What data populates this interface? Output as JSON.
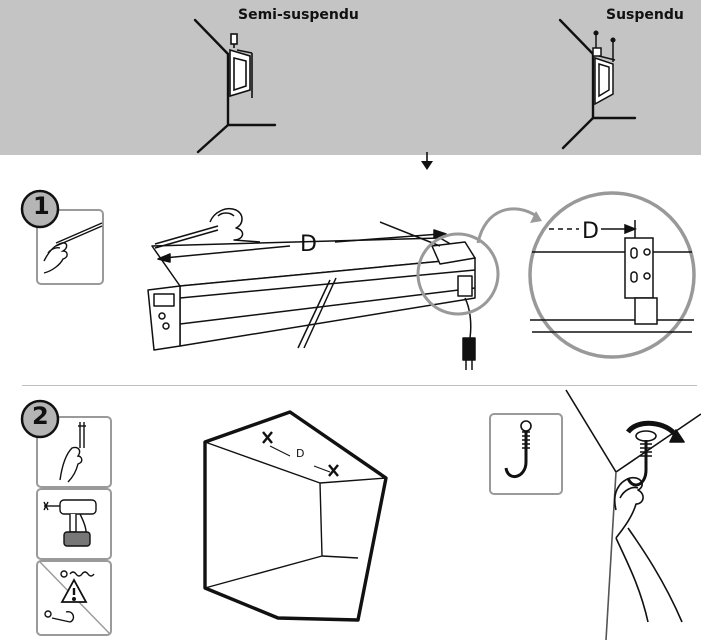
{
  "header": {
    "semi_label": "Semi-suspendu",
    "susp_label": "Suspendu"
  },
  "step1": {
    "number": "1",
    "dimension_label": "D",
    "detail_label": "D"
  },
  "step2": {
    "number": "2",
    "ceiling_label": "D"
  },
  "colors": {
    "band": "#c4c4c4",
    "ink": "#111111",
    "divider": "#bfbfbf"
  }
}
